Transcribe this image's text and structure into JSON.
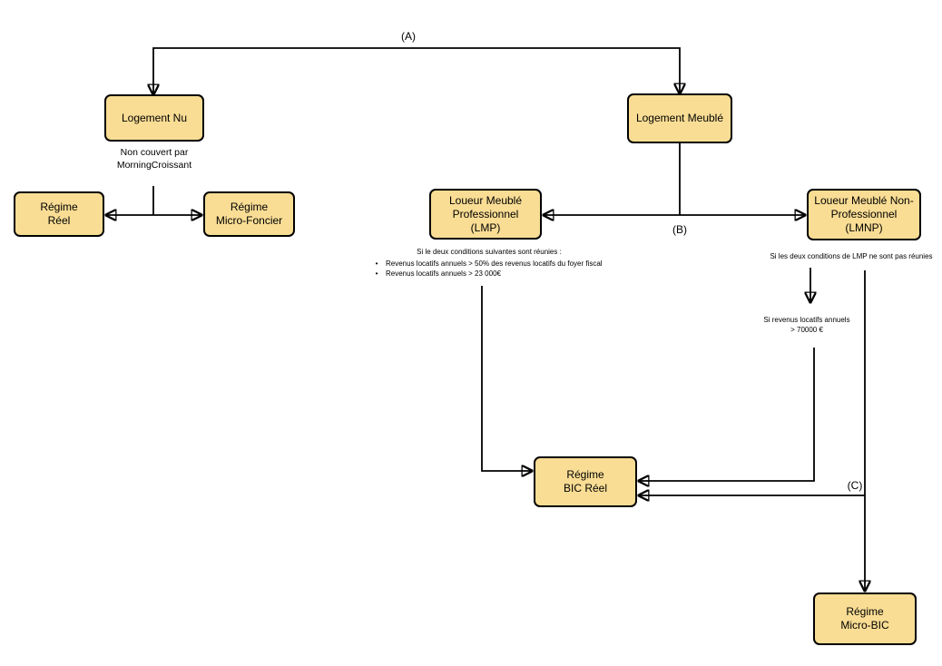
{
  "colors": {
    "node_fill": "#F9DD94",
    "node_border": "#000000",
    "line": "#000000",
    "background": "#FFFFFF"
  },
  "labels": {
    "a": "(A)",
    "b": "(B)",
    "c": "(C)"
  },
  "nodes": {
    "logement_nu": "Logement Nu",
    "logement_meuble": "Logement Meublé",
    "regime_reel": "Régime\nRéel",
    "regime_micro_foncier": "Régime\nMicro-Foncier",
    "lmp": "Loueur Meublé\nProfessionnel\n(LMP)",
    "lmnp": "Loueur Meublé Non-\nProfessionnel\n(LMNP)",
    "bic_reel": "Régime\nBIC Réel",
    "micro_bic": "Régime\nMicro-BIC"
  },
  "annotations": {
    "nu_note": "Non couvert par\nMorningCroissant",
    "lmp_conditions_header": "Si le deux conditions suivantes sont réunies :",
    "lmp_conditions": [
      "Revenus locatifs annuels > 50% des revenus locatifs du foyer fiscal",
      "Revenus locatifs annuels > 23 000€"
    ],
    "lmnp_condition": "Si les deux conditions de LMP ne sont pas réunies",
    "micro_bic_condition": "Si revenus locatifs annuels\n> 70000 €"
  }
}
